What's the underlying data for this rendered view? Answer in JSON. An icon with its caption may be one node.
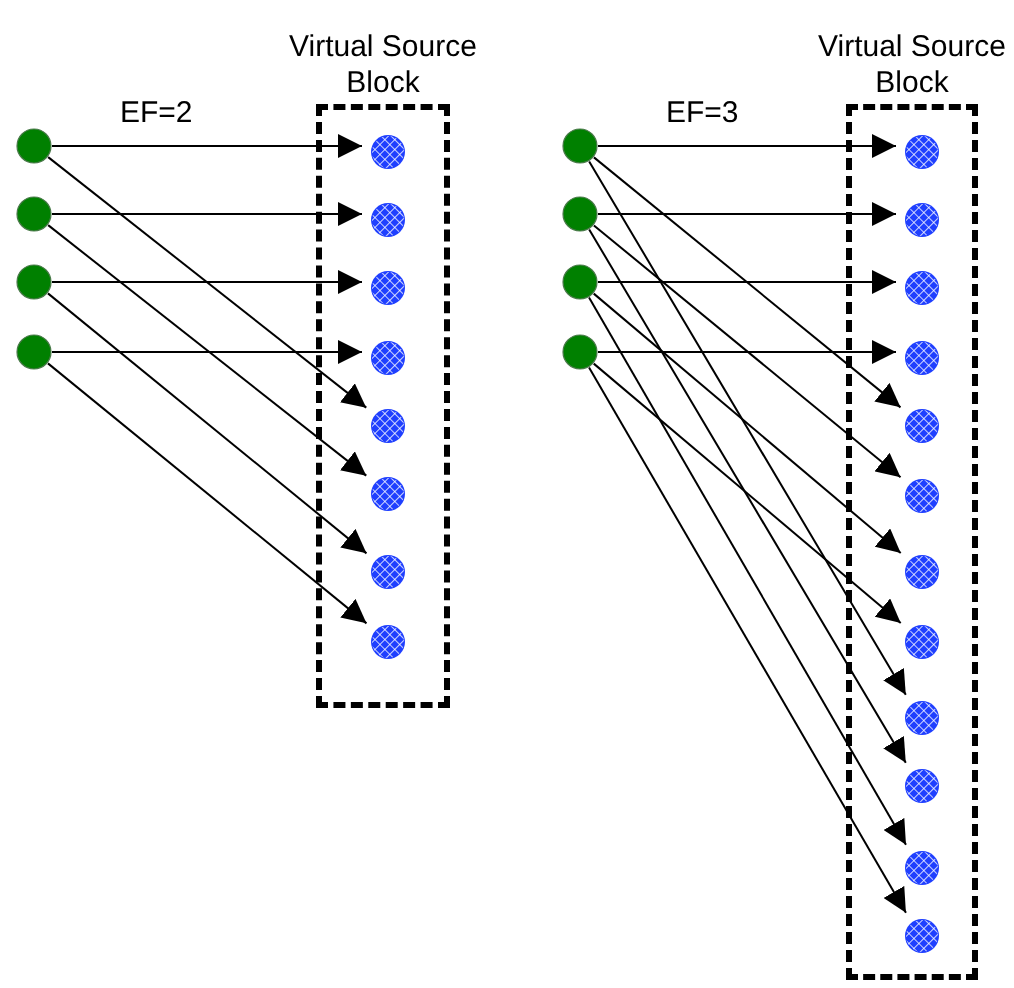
{
  "diagram": {
    "nodes": [
      {
        "text": [
          "Virtual Source Block"
        ]
      },
      {
        "text": [],
        "shape": "circle"
      },
      {
        "text": [],
        "shape": "circle"
      },
      {
        "text": [],
        "shape": "circle"
      },
      {
        "text": [],
        "shape": "circle"
      },
      {
        "text": [],
        "shape": "circle",
        "in": 0
      },
      {
        "text": [],
        "shape": "circle",
        "in": 0
      },
      {
        "text": [],
        "shape": "circle",
        "in": 0
      },
      {
        "text": [],
        "shape": "circle",
        "in": 0
      },
      {
        "text": [],
        "shape": "circle",
        "in": 0
      },
      {
        "text": [],
        "shape": "circle",
        "in": 0
      },
      {
        "text": [],
        "shape": "circle",
        "in": 0
      },
      {
        "text": [],
        "shape": "circle",
        "in": 0
      },
      {
        "text": [
          "Virtual Source Block"
        ]
      },
      {
        "text": [],
        "shape": "circle"
      },
      {
        "text": [],
        "shape": "circle"
      },
      {
        "text": [],
        "shape": "circle"
      },
      {
        "text": [],
        "shape": "circle"
      },
      {
        "text": [],
        "shape": "circle",
        "in": 13
      },
      {
        "text": [],
        "shape": "circle",
        "in": 13
      },
      {
        "text": [],
        "shape": "circle",
        "in": 13
      },
      {
        "text": [],
        "shape": "circle",
        "in": 13
      },
      {
        "text": [],
        "shape": "circle",
        "in": 13
      },
      {
        "text": [],
        "shape": "circle",
        "in": 13
      },
      {
        "text": [],
        "shape": "circle",
        "in": 13
      },
      {
        "text": [],
        "shape": "circle",
        "in": 13
      },
      {
        "text": [],
        "shape": "circle",
        "in": 13
      },
      {
        "text": [],
        "shape": "circle",
        "in": 13
      },
      {
        "text": [],
        "shape": "circle",
        "in": 13
      },
      {
        "text": [],
        "shape": "circle",
        "in": 13
      }
    ],
    "edges": [
      {
        "from": 1,
        "to": 5,
        "arrow": "to"
      },
      {
        "from": 1,
        "to": 9,
        "arrow": "to"
      },
      {
        "from": 2,
        "to": 6,
        "arrow": "to"
      },
      {
        "from": 2,
        "to": 10,
        "arrow": "to"
      },
      {
        "from": 3,
        "to": 7,
        "arrow": "to"
      },
      {
        "from": 3,
        "to": 11,
        "arrow": "to"
      },
      {
        "from": 4,
        "to": 8,
        "arrow": "to"
      },
      {
        "from": 4,
        "to": 12,
        "arrow": "to"
      },
      {
        "from": 14,
        "to": 18,
        "arrow": "to"
      },
      {
        "from": 14,
        "to": 22,
        "arrow": "to"
      },
      {
        "from": 14,
        "to": 26,
        "arrow": "to"
      },
      {
        "from": 15,
        "to": 19,
        "arrow": "to"
      },
      {
        "from": 15,
        "to": 23,
        "arrow": "to"
      },
      {
        "from": 15,
        "to": 27,
        "arrow": "to"
      },
      {
        "from": 16,
        "to": 20,
        "arrow": "to"
      },
      {
        "from": 16,
        "to": 24,
        "arrow": "to"
      },
      {
        "from": 16,
        "to": 28,
        "arrow": "to"
      },
      {
        "from": 17,
        "to": 21,
        "arrow": "to"
      },
      {
        "from": 17,
        "to": 25,
        "arrow": "to"
      },
      {
        "from": 17,
        "to": 29,
        "arrow": "to"
      }
    ],
    "labels": [
      "EF=2",
      "EF=3"
    ]
  }
}
